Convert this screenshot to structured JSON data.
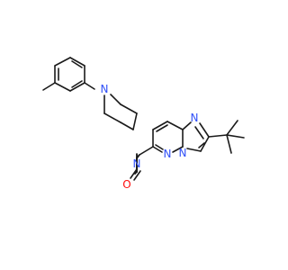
{
  "molecule": {
    "atoms": [
      {
        "symbol": "N",
        "color": "#3050f8"
      },
      {
        "symbol": "N",
        "color": "#3050f8"
      },
      {
        "symbol": "N",
        "color": "#3050f8"
      },
      {
        "symbol": "N",
        "color": "#3050f8"
      },
      {
        "symbol": "N",
        "color": "#3050f8"
      },
      {
        "symbol": "O",
        "color": "#ff0d0d"
      }
    ]
  }
}
